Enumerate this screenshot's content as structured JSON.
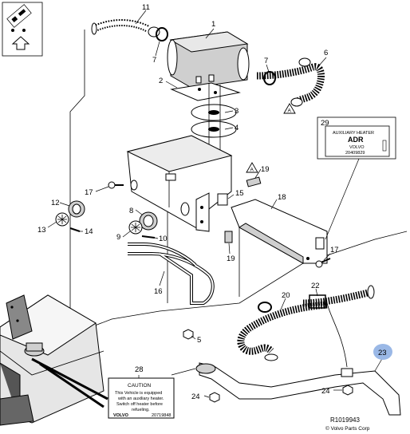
{
  "callouts": {
    "c1": "1",
    "c2": "2",
    "c3": "3",
    "c4": "4",
    "c5": "5",
    "c6": "6",
    "c7a": "7",
    "c7b": "7",
    "c8": "8",
    "c9": "9",
    "c10": "10",
    "c11": "11",
    "c12": "12",
    "c13": "13",
    "c14": "14",
    "c15": "15",
    "c16": "16",
    "c17a": "17",
    "c17b": "17",
    "c18": "18",
    "c19a": "19",
    "c19b": "19",
    "c20": "20",
    "c22": "22",
    "c23": "23",
    "c24a": "24",
    "c24b": "24",
    "c28": "28",
    "c29": "29"
  },
  "markers": {
    "a1": "A",
    "a2": "A"
  },
  "decal_29": {
    "title": "AUXILIARY HEATER",
    "model": "ADR",
    "brand": "VOLVO",
    "part_no": "20409829"
  },
  "decal_28": {
    "heading": "CAUTION",
    "body_lines": [
      "This Vehicle is equipped",
      "with an auxiliary heater.",
      "Switch off heater before",
      "refueling."
    ],
    "brand": "VOLVO",
    "part_no": "20719848"
  },
  "footer": {
    "ref": "R1019943",
    "copyright": "© Volvo Parts Corp"
  },
  "colors": {
    "highlight": "#9ab8e6"
  }
}
